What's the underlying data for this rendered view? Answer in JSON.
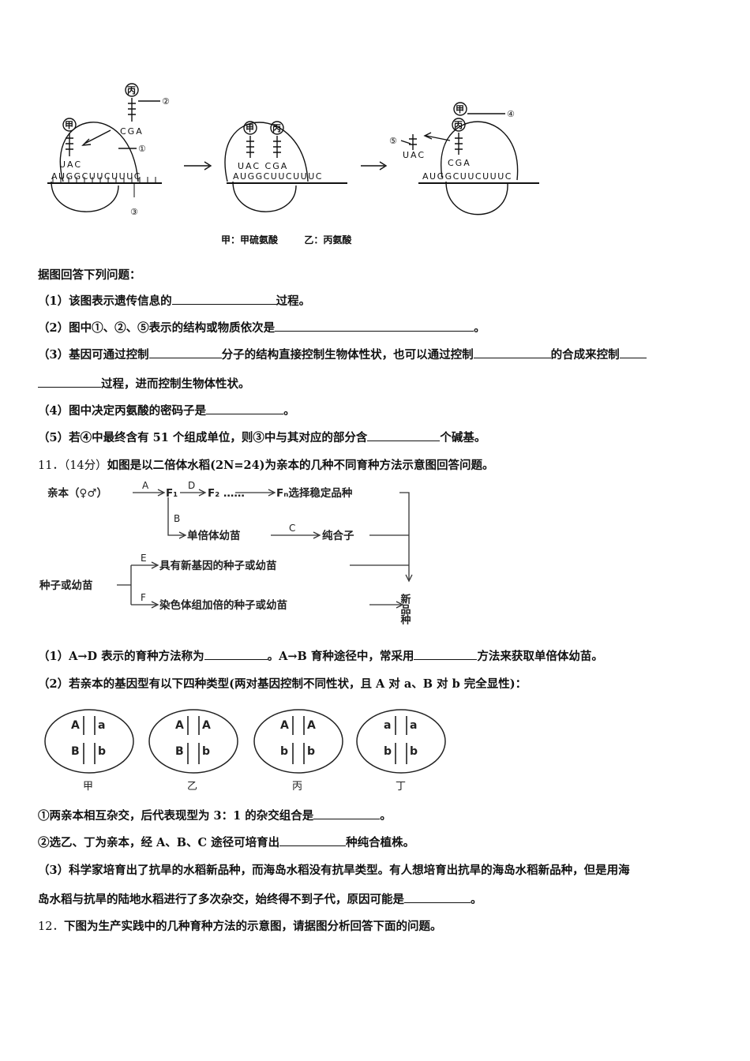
{
  "figure1": {
    "label_tRNA_top1": "丙",
    "label_tRNA_a": "甲",
    "label_tRNA_b": "丙",
    "codon_top": "CGA",
    "anticodon_1": "UAC",
    "anticodon_2": "UAC CGA",
    "mrna": "AUGGCUUCUUUC",
    "mark_1": "①",
    "mark_2": "②",
    "mark_3": "③",
    "mark_4": "④",
    "mark_5": "⑤",
    "third_a": "甲",
    "third_b": "丙",
    "third_uac": "UAC",
    "third_cga": "CGA",
    "legend": "甲：甲硫氨酸        乙：丙氨酸"
  },
  "q10": {
    "intro": "据图回答下列问题：",
    "q1_a": "（1）该图表示遗传信息的",
    "q1_b": "过程。",
    "q2_a": "（2）图中①、②、⑤表示的结构或物质依次是",
    "q2_b": "。",
    "q3_a": "（3）基因可通过控制",
    "q3_b": "分子的结构直接控制生物体性状，也可以通过控制",
    "q3_c": "的合成来控制",
    "q3_d": "过程，进而控制生物体性状。",
    "q4_a": "（4）图中决定丙氨酸的密码子是",
    "q4_b": "。",
    "q5_a": "（5）若④中最终含有 51 个组成单位，则③中与其对应的部分含",
    "q5_b": "个碱基。"
  },
  "q11": {
    "num": "11．（14分）",
    "title": "如图是以二倍体水稻(2N=24)为亲本的几种不同育种方法示意图回答问题。",
    "diagram": {
      "parent": "亲本（♀♂）",
      "A": "A",
      "F1": "F₁",
      "D": "D",
      "F2": "F₂ ……",
      "Fn": "Fₙ选择稳定品种",
      "B": "B",
      "haploid": "单倍体幼苗",
      "C": "C",
      "pure": "纯合子",
      "seed": "种子或幼苗",
      "E": "E",
      "newgene": "具有新基因的种子或幼苗",
      "F": "F",
      "doubled": "染色体组加倍的种子或幼苗",
      "newvar": "新品种"
    },
    "q1_a": "（1）A→D 表示的育种方法称为",
    "q1_b": "。A→B 育种途径中，常采用",
    "q1_c": "方法来获取单倍体幼苗。",
    "q2": "（2）若亲本的基因型有以下四种类型(两对基因控制不同性状，且 A 对 a、B 对 b 完全显性)：",
    "cells": [
      "甲",
      "乙",
      "丙",
      "丁"
    ],
    "s1_a": "①两亲本相互杂交，后代表现型为 3：1 的杂交组合是",
    "s1_b": "。",
    "s2_a": "②选乙、丁为亲本，经 A、B、C 途径可培育出",
    "s2_b": "种纯合植株。",
    "q3_a": "（3）科学家培育出了抗旱的水稻新品种，而海岛水稻没有抗旱类型。有人想培育出抗旱的海岛水稻新品种，但是用海",
    "q3_b": "岛水稻与抗旱的陆地水稻进行了多次杂交，始终得不到子代，原因可能是",
    "q3_c": "。"
  },
  "q12": {
    "num": "12．",
    "title": "下图为生产实践中的几种育种方法的示意图，请据图分析回答下面的问题。"
  }
}
